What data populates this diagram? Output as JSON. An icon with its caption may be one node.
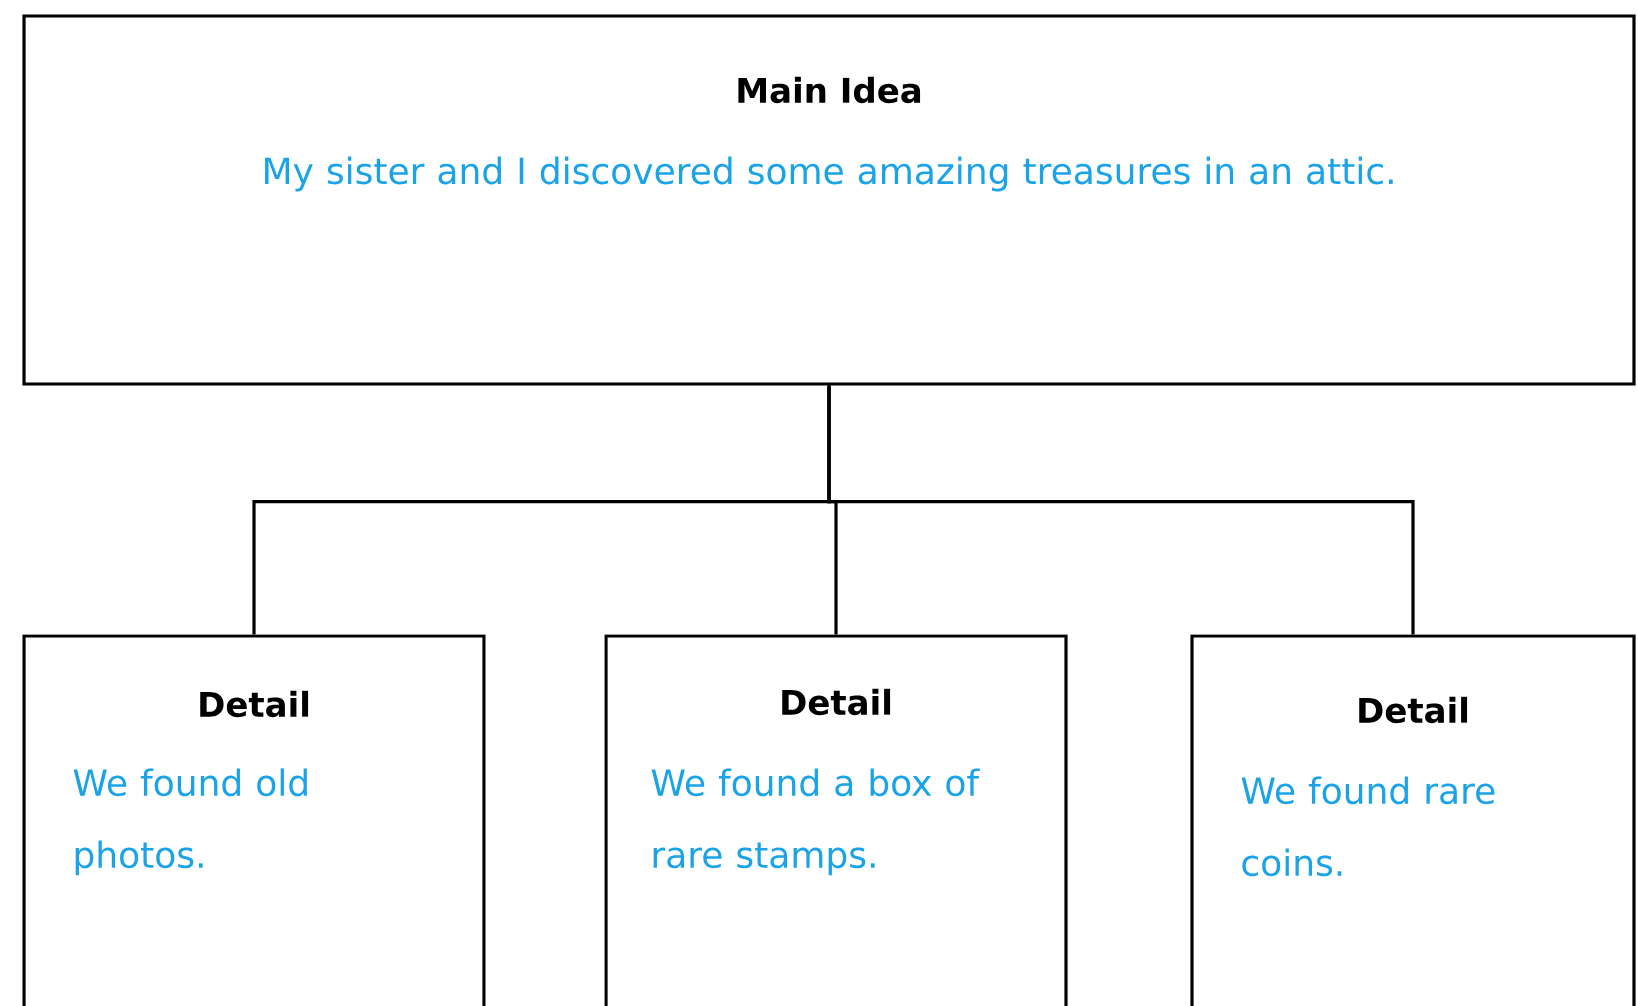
{
  "diagram": {
    "nodes": [
      {
        "text": [
          "Main Idea",
          "My sister and I discovered some amazing treasures in an attic."
        ]
      },
      {
        "text": [
          "Detail",
          "We found old photos."
        ]
      },
      {
        "text": [
          "Detail",
          "We found a box of rare stamps."
        ]
      },
      {
        "text": [
          "Detail",
          "We found rare coins."
        ]
      }
    ],
    "edges": [
      {
        "from": 0,
        "to": 1,
        "arrow": "none"
      },
      {
        "from": 0,
        "to": 2,
        "arrow": "none"
      },
      {
        "from": 0,
        "to": 3,
        "arrow": "none"
      }
    ]
  }
}
